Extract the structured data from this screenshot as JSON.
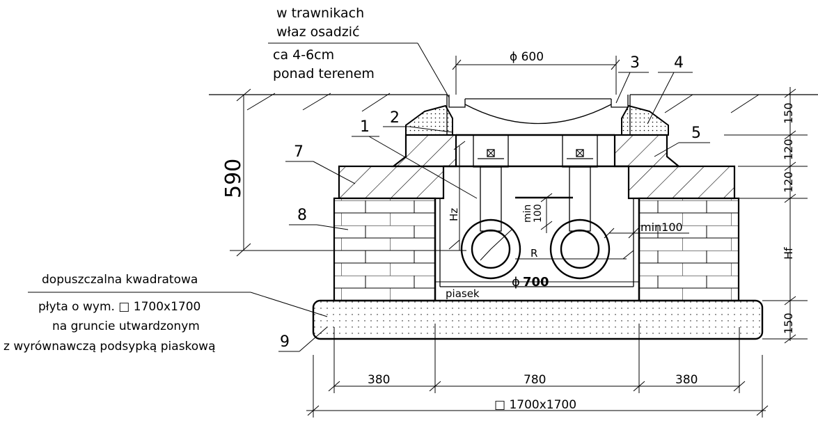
{
  "notes": {
    "lawn_line1": "w trawnikach",
    "lawn_line2": "właz osadzić",
    "lawn_line3": "ca 4-6cm",
    "lawn_line4": "ponad terenem",
    "slab_line1": "dopuszczalna kwadratowa",
    "slab_line2": "płyta o wym. □ 1700x1700",
    "slab_line3": "na gruncie utwardzonym",
    "slab_line4": "z wyrównawczą podsypką piaskową"
  },
  "callouts": [
    "1",
    "2",
    "3",
    "4",
    "5",
    "7",
    "8",
    "9"
  ],
  "dimensions": {
    "hatch_diameter": "ϕ 600",
    "total_depth": "590",
    "layer_top": "150",
    "layer_2": "120",
    "layer_3": "120",
    "hf": "Hf",
    "slab": "150",
    "hz": "Hz",
    "min100_vertical_1": "min",
    "min100_vertical_2": "100",
    "min100_horizontal": "min100",
    "radius": "R",
    "pipe_diameter_symbol": "ϕ",
    "pipe_diameter_value": "700",
    "sand": "piasek",
    "bottom_left": "380",
    "bottom_mid": "780",
    "bottom_right": "380",
    "bottom_total": "□ 1700x1700"
  }
}
